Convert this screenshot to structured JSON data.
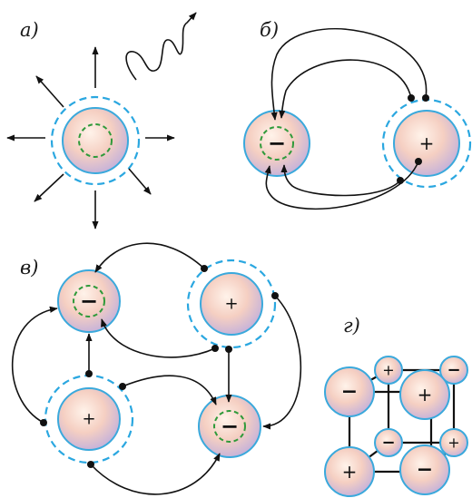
{
  "panels": {
    "a": {
      "label": "а)"
    },
    "b": {
      "label": "б)",
      "plus": "+",
      "minus": "−"
    },
    "v": {
      "label": "в)",
      "plus": "+",
      "minus": "−"
    },
    "g": {
      "label": "г)",
      "plus": "+",
      "minus": "−"
    }
  },
  "colors": {
    "ion_fill": "#f5cfc2",
    "ion_highlight": "#fff3ea",
    "ion_edge": "#c9b4d8",
    "ion_outline": "#3aa9dc",
    "shell_dash": "#2aa7e0",
    "inner_dash": "#2f9a3a",
    "line": "#111111"
  }
}
